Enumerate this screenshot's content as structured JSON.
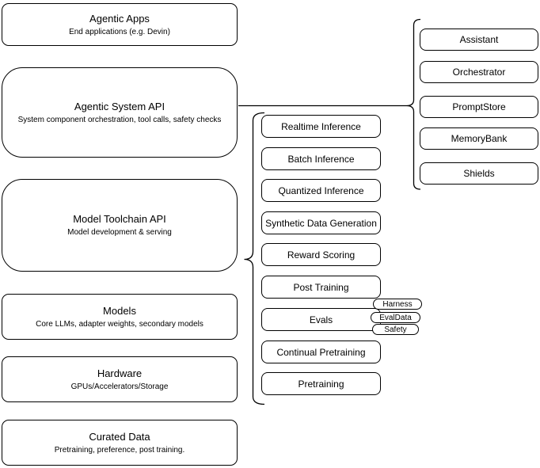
{
  "diagram": {
    "background_color": "#ffffff",
    "stroke_color": "#000000",
    "text_color": "#000000"
  },
  "left_boxes": [
    {
      "title": "Agentic Apps",
      "subtitle": "End applications (e.g. Devin)"
    },
    {
      "title": "Agentic System API",
      "subtitle": "System component orchestration, tool calls, safety checks"
    },
    {
      "title": "Model Toolchain API",
      "subtitle": "Model development & serving"
    },
    {
      "title": "Models",
      "subtitle": "Core LLMs, adapter weights, secondary models"
    },
    {
      "title": "Hardware",
      "subtitle": "GPUs/Accelerators/Storage"
    },
    {
      "title": "Curated Data",
      "subtitle": "Pretraining, preference, post training."
    }
  ],
  "toolchain_items": [
    "Realtime Inference",
    "Batch Inference",
    "Quantized Inference",
    "Synthetic Data Generation",
    "Reward Scoring",
    "Post Training",
    "Evals",
    "Continual Pretraining",
    "Pretraining"
  ],
  "evals_tags": [
    "Harness",
    "EvalData",
    "Safety"
  ],
  "system_components": [
    "Assistant",
    "Orchestrator",
    "PromptStore",
    "MemoryBank",
    "Shields"
  ]
}
